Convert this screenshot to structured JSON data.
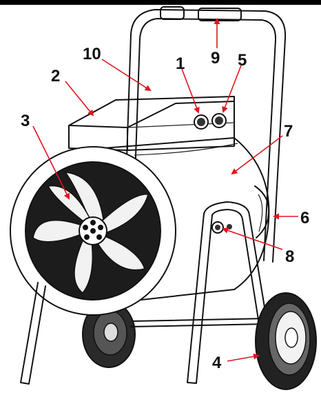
{
  "diagram": {
    "callouts": [
      {
        "id": "1",
        "text": "1"
      },
      {
        "id": "2",
        "text": "2"
      },
      {
        "id": "3",
        "text": "3"
      },
      {
        "id": "4",
        "text": "4"
      },
      {
        "id": "5",
        "text": "5"
      },
      {
        "id": "6",
        "text": "6"
      },
      {
        "id": "7",
        "text": "7"
      },
      {
        "id": "8",
        "text": "8"
      },
      {
        "id": "9",
        "text": "9"
      },
      {
        "id": "10",
        "text": "10"
      }
    ],
    "colors": {
      "arrow": "#e0141e",
      "line": "#111111",
      "background": "#ffffff"
    }
  }
}
